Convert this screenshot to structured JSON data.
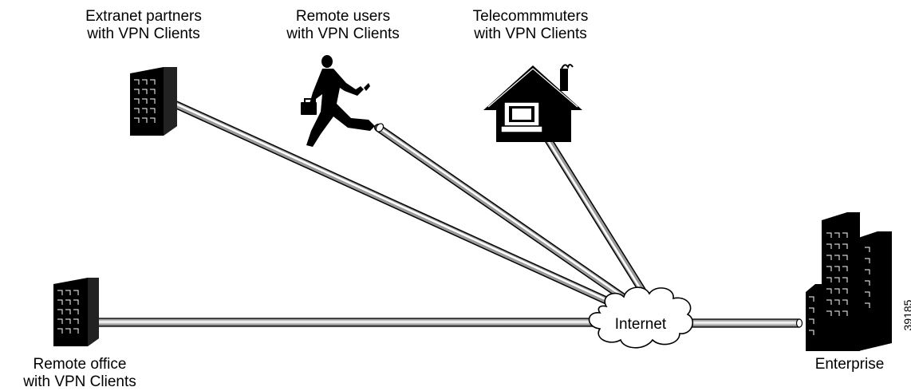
{
  "diagram": {
    "nodes": {
      "extranet": {
        "line1": "Extranet partners",
        "line2": "with VPN Clients",
        "icon": "office-building-icon"
      },
      "remote_users": {
        "line1": "Remote users",
        "line2": "with VPN Clients",
        "icon": "running-businessman-icon"
      },
      "telecommuters": {
        "line1": "Telecommmuters",
        "line2": "with VPN Clients",
        "icon": "house-with-computer-icon"
      },
      "remote_office": {
        "line1": "Remote office",
        "line2": "with VPN Clients",
        "icon": "office-building-icon"
      },
      "enterprise": {
        "label": "Enterprise",
        "icon": "enterprise-towers-icon"
      },
      "internet": {
        "label": "Internet",
        "icon": "cloud-icon"
      }
    },
    "figure_id": "39185",
    "colors": {
      "ink": "#000000",
      "pipe_highlight": "#ffffff",
      "pipe_shade": "#9a9a9a",
      "background": "#ffffff"
    }
  }
}
